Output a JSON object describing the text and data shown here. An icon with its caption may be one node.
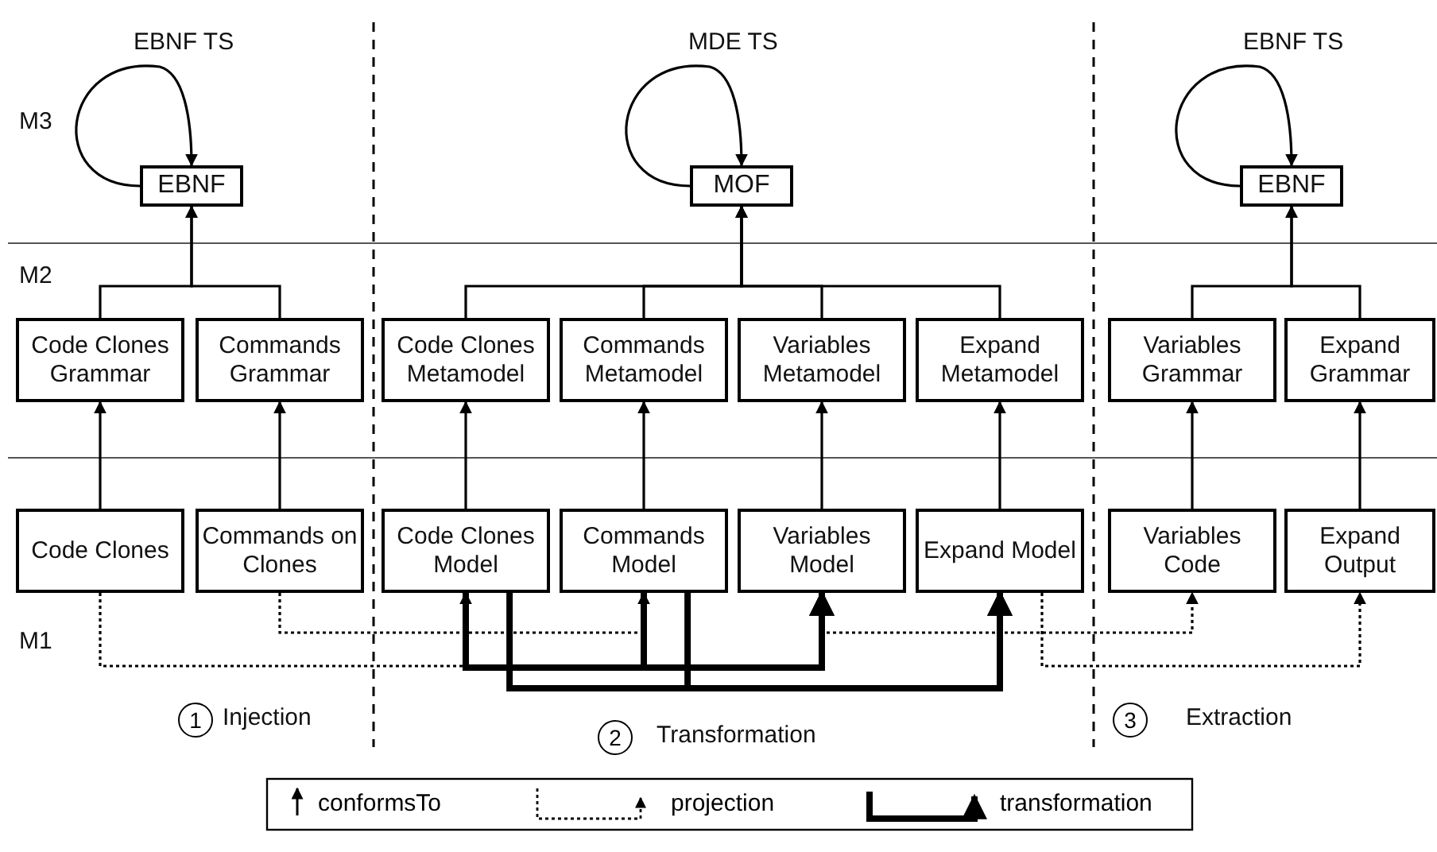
{
  "diagram": {
    "nodes": [
      {
        "text": [
          "EBNF"
        ]
      },
      {
        "text": [
          "MOF"
        ]
      },
      {
        "text": [
          "EBNF"
        ]
      },
      {
        "text": [
          "Code Clones Grammar"
        ]
      },
      {
        "text": [
          "Commands Grammar"
        ]
      },
      {
        "text": [
          "Code Clones Metamodel"
        ]
      },
      {
        "text": [
          "Commands Metamodel"
        ]
      },
      {
        "text": [
          "Variables Metamodel"
        ]
      },
      {
        "text": [
          "Expand Metamodel"
        ]
      },
      {
        "text": [
          "Variables Grammar"
        ]
      },
      {
        "text": [
          "Expand Grammar"
        ]
      },
      {
        "text": [
          "Code Clones"
        ]
      },
      {
        "text": [
          "Commands on Clones"
        ]
      },
      {
        "text": [
          "Code Clones Model"
        ]
      },
      {
        "text": [
          "Commands Model"
        ]
      },
      {
        "text": [
          "Variables Model"
        ]
      },
      {
        "text": [
          "Expand Model"
        ]
      },
      {
        "text": [
          "Variables Code"
        ]
      },
      {
        "text": [
          "Expand Output"
        ]
      }
    ],
    "edges": [
      {
        "from": 0,
        "to": 0,
        "arrow": "to"
      },
      {
        "from": 1,
        "to": 1,
        "arrow": "to"
      },
      {
        "from": 2,
        "to": 2,
        "arrow": "to"
      },
      {
        "from": 3,
        "to": 0,
        "arrow": "to"
      },
      {
        "from": 4,
        "to": 0,
        "arrow": "to"
      },
      {
        "from": 5,
        "to": 1,
        "arrow": "to"
      },
      {
        "from": 6,
        "to": 1,
        "arrow": "to"
      },
      {
        "from": 7,
        "to": 1,
        "arrow": "to"
      },
      {
        "from": 8,
        "to": 1,
        "arrow": "to"
      },
      {
        "from": 9,
        "to": 2,
        "arrow": "to"
      },
      {
        "from": 10,
        "to": 2,
        "arrow": "to"
      },
      {
        "from": 11,
        "to": 3,
        "arrow": "to"
      },
      {
        "from": 12,
        "to": 4,
        "arrow": "to"
      },
      {
        "from": 13,
        "to": 5,
        "arrow": "to"
      },
      {
        "from": 14,
        "to": 6,
        "arrow": "to"
      },
      {
        "from": 15,
        "to": 7,
        "arrow": "to"
      },
      {
        "from": 16,
        "to": 8,
        "arrow": "to"
      },
      {
        "from": 17,
        "to": 9,
        "arrow": "to"
      },
      {
        "from": 18,
        "to": 10,
        "arrow": "to"
      },
      {
        "from": 11,
        "to": 13,
        "arrow": "to",
        "style": "dashed"
      },
      {
        "from": 12,
        "to": 14,
        "arrow": "to",
        "style": "dashed"
      },
      {
        "from": 15,
        "to": 17,
        "arrow": "to",
        "style": "dashed"
      },
      {
        "from": 16,
        "to": 18,
        "arrow": "to",
        "style": "dashed"
      },
      {
        "from": 13,
        "to": 15,
        "arrow": "to",
        "style": "thick"
      },
      {
        "from": 14,
        "to": 15,
        "arrow": "to",
        "style": "thick"
      },
      {
        "from": 13,
        "to": 16,
        "arrow": "to",
        "style": "thick"
      },
      {
        "from": 14,
        "to": 16,
        "arrow": "to",
        "style": "thick"
      }
    ],
    "labels": [
      "EBNF TS",
      "MDE TS",
      "EBNF TS",
      "M3",
      "M2",
      "M1",
      "1",
      "Injection",
      "2",
      "Transformation",
      "3",
      "Extraction"
    ],
    "legend": [
      {
        "text": "conformsTo"
      },
      {
        "text": "projection"
      },
      {
        "text": "transformation"
      }
    ]
  }
}
